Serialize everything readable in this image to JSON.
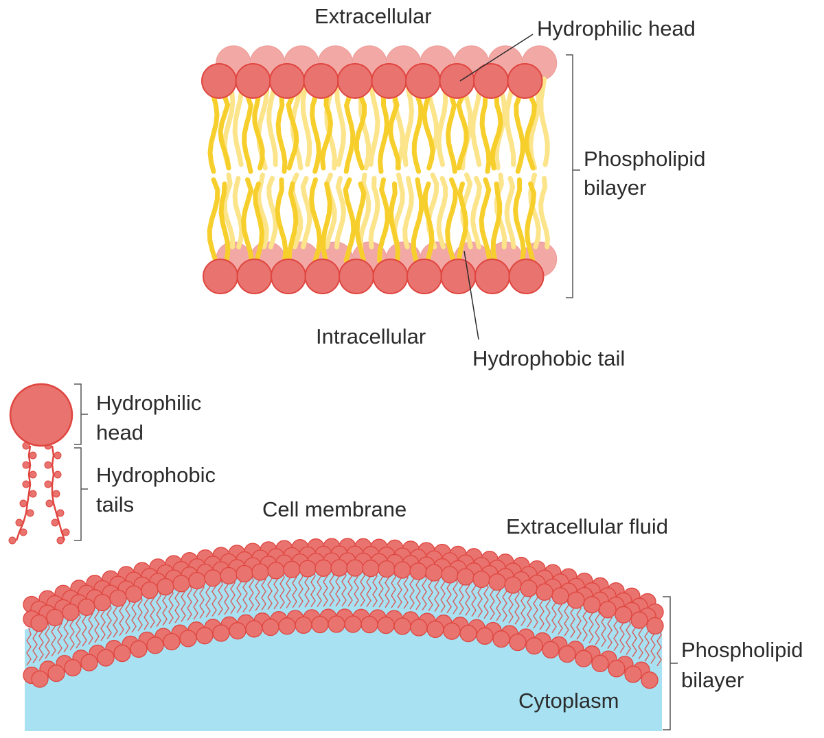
{
  "top_diagram": {
    "extracellular_label": "Extracellular",
    "intracellular_label": "Intracellular",
    "head_callout": "Hydrophilic head",
    "tail_callout": "Hydrophobic tail",
    "bilayer_label_line1": "Phospholipid",
    "bilayer_label_line2": "bilayer"
  },
  "molecule_diagram": {
    "head_label_line1": "Hydrophilic",
    "head_label_line2": "head",
    "tails_label_line1": "Hydrophobic",
    "tails_label_line2": "tails"
  },
  "membrane_diagram": {
    "title": "Cell membrane",
    "outside_label": "Extracellular fluid",
    "inside_label": "Cytoplasm",
    "bilayer_label_line1": "Phospholipid",
    "bilayer_label_line2": "bilayer"
  },
  "colors": {
    "head_fill": "#e8736f",
    "head_stroke": "#e0453f",
    "head_back": "#f2a9a6",
    "tail_front": "#f7cf2d",
    "tail_back": "#fbe48a",
    "cytoplasm": "#a8e1f2",
    "text": "#2b2b2b"
  }
}
